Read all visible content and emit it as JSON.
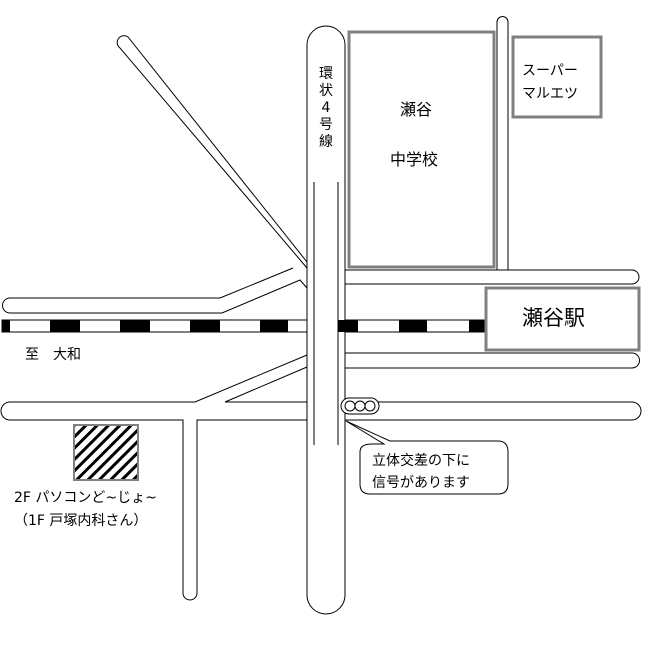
{
  "labels": {
    "ring_road": [
      "環",
      "状",
      "4",
      "号",
      "線"
    ],
    "school_line1": "瀬谷",
    "school_line2": "中学校",
    "super_line1": "スーパー",
    "super_line2": "マルエツ",
    "station": "瀬谷駅",
    "direction": "至　大和",
    "shop_name": "2F パソコンど~じょ~",
    "shop_sub": "（1F 戸塚内科さん）",
    "callout_line1": "立体交差の下に",
    "callout_line2": "信号があります"
  },
  "colors": {
    "box_stroke": "#808080",
    "line": "#000000"
  }
}
